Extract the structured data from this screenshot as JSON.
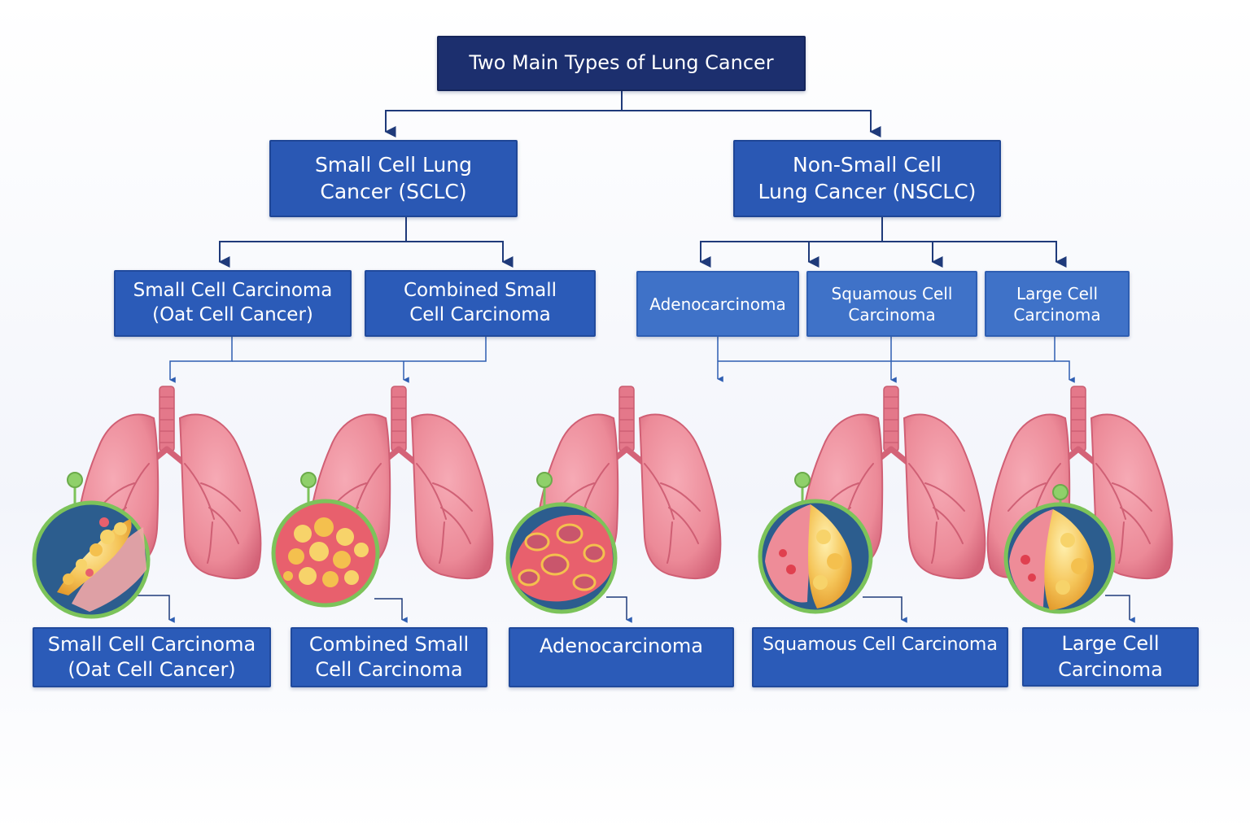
{
  "title": "Two Main Types of Lung Cancer",
  "branches": {
    "sclc": "Small Cell Lung\nCancer (SCLC)",
    "nsclc": "Non-Small Cell\nLung Cancer (NSCLC)"
  },
  "subtypes": {
    "small_cell": "Small Cell Carcinoma\n(Oat Cell Cancer)",
    "combined": "Combined Small\nCell Carcinoma",
    "adeno": "Adenocarcinoma",
    "squamous": "Squamous Cell\nCarcinoma",
    "large": "Large Cell\nCarcinoma"
  },
  "bottom_labels": {
    "small_cell": "Small Cell Carcinoma\n(Oat Cell Cancer)",
    "combined": "Combined Small\nCell Carcinoma",
    "adeno": "Adenocarcinoma",
    "squamous": "Squamous Cell Carcinoma",
    "large": "Large Cell\nCarcinoma"
  },
  "colors": {
    "connector": "#1f3a7a",
    "lung": "#ec8a98",
    "lung_dark": "#d46378",
    "trachea": "#e4788a",
    "magnifier_ring": "#7cc35a",
    "tumor": "#f5c559",
    "tissue_bg": "#2c5d8e"
  }
}
